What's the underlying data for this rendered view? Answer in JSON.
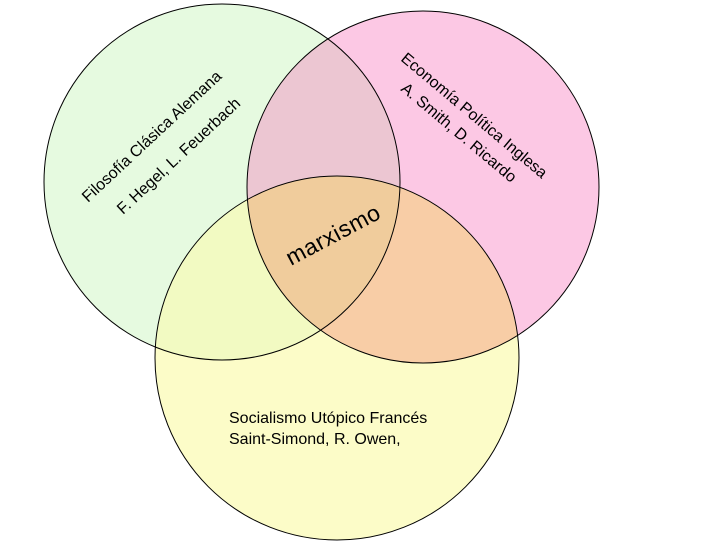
{
  "diagram": {
    "type": "venn",
    "sets": [
      {
        "title": "Filosofía Clásica Alemana",
        "subtitle": "F. Hegel, L. Feuerbach",
        "fill": "#e6fae0"
      },
      {
        "title": "Economía Política Inglesa",
        "subtitle": "A. Smith, D. Ricardo",
        "fill": "#fcc8e4"
      },
      {
        "title": "Socialismo Utópico Francés",
        "subtitle": "Saint-Simond, R. Owen,",
        "fill": "#fcfcc8"
      }
    ],
    "center_label": "marxismo",
    "intersection_colors": {
      "left_right": "#ecc6d2",
      "left_bottom": "#f2fac2",
      "right_bottom": "#f8cda6",
      "all": "#f0cc9c"
    },
    "outline_color": "#000000"
  }
}
